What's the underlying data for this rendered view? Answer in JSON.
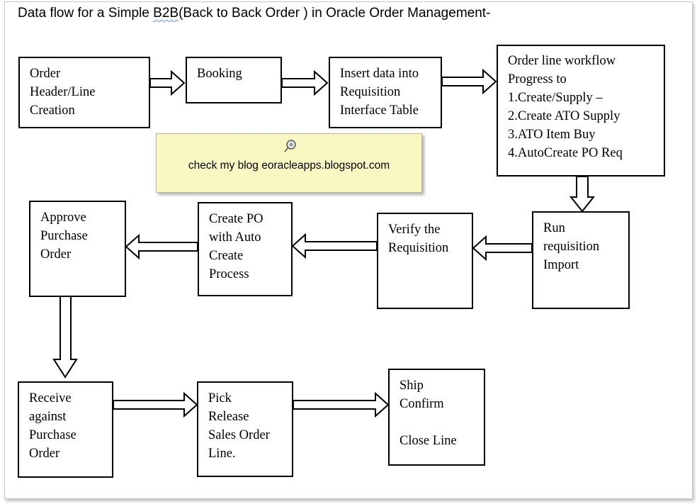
{
  "title": {
    "prefix": "Data flow for a Simple ",
    "b2b": "B2B",
    "suffix": "(Back to Back Order ) in Oracle Order  Management-"
  },
  "note": {
    "text": "check my blog eoracleapps.blogspot.com",
    "icon": "pushpin-icon"
  },
  "steps": {
    "order_header": [
      "Order",
      "Header/Line",
      "Creation"
    ],
    "booking": [
      "Booking"
    ],
    "insert_interface": [
      "Insert data into",
      "Requisition",
      "Interface Table"
    ],
    "workflow": [
      "Order line workflow",
      "Progress to",
      "1.Create/Supply –",
      "2.Create ATO Supply",
      "3.ATO Item Buy",
      "4.AutoCreate PO Req"
    ],
    "run_import": [
      "Run",
      "requisition",
      "Import"
    ],
    "verify_req": [
      "Verify the",
      "Requisition"
    ],
    "create_po": [
      "Create PO",
      "with Auto",
      "Create",
      "Process"
    ],
    "approve_po": [
      "Approve",
      "Purchase",
      "Order"
    ],
    "receive": [
      "Receive",
      "against",
      "Purchase",
      "Order"
    ],
    "pick_release": [
      "Pick",
      "Release",
      "Sales Order",
      "Line."
    ],
    "ship_confirm": [
      "Ship",
      "Confirm",
      "",
      "Close Line"
    ]
  }
}
